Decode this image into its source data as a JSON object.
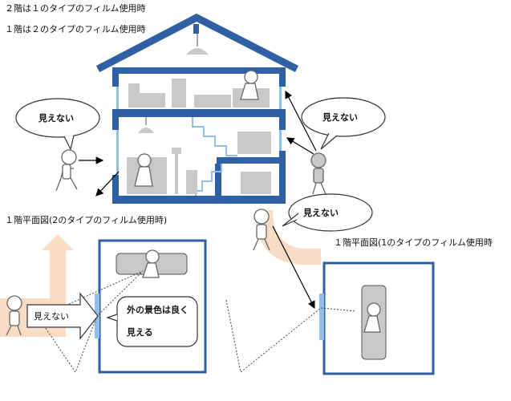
{
  "captions": {
    "line1": "２階は１のタイプのフィルム使用時",
    "line2": "１階は２のタイプのフィルム使用時"
  },
  "bubbles": {
    "left": "見えない",
    "right": "見えない",
    "street": "見えない",
    "arrow": "見えない"
  },
  "plans": {
    "left_title": "１階平面図(2のタイプのフィルム使用時)",
    "right_title": "１階平面図(1のタイプのフィルム使用時",
    "note_line1": "外の景色は良く",
    "note_line2": "見える"
  },
  "colors": {
    "wall": "#2f5fa5",
    "window": "#8fbfea",
    "furniture": "#c8c8c8",
    "path": "#f8dcc4"
  }
}
